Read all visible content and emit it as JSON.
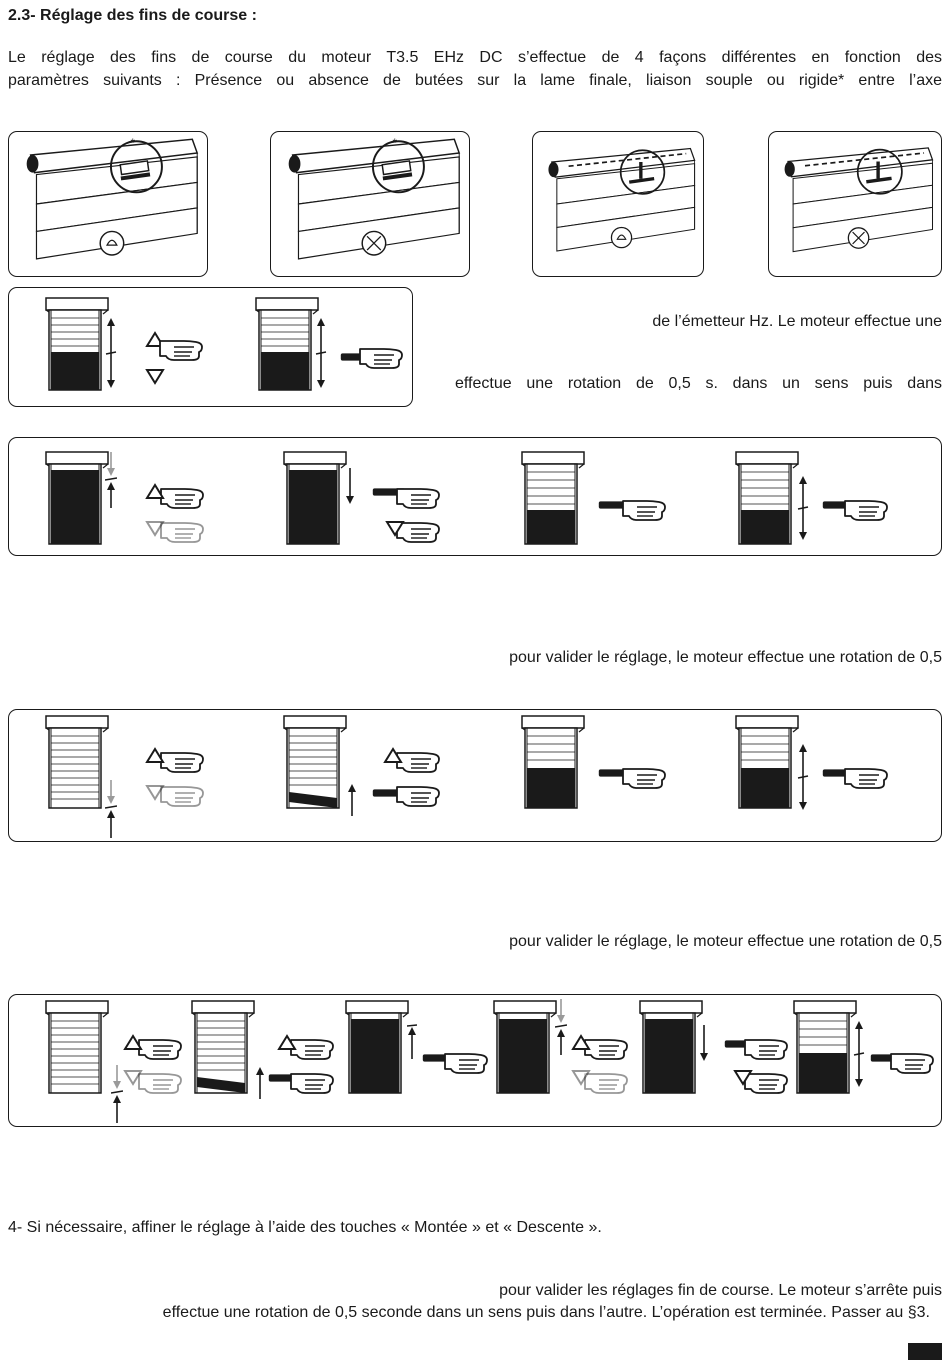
{
  "section": {
    "heading": "2.3- Réglage des fins de course :",
    "intro_line1": "Le réglage des fins de course du moteur T3.5 EHz DC s’effectue de 4 façons différentes en fonction des",
    "intro_line2": "paramètres suivants :  Présence ou absence de butées sur la lame finale, liaison souple ou rigide* entre l’axe"
  },
  "fragments": {
    "emitter_line": "de l’émetteur Hz. Le moteur effectue une",
    "rotation_line": "effectue une rotation de 0,5 s. dans un sens puis dans",
    "validate_line_1": "pour valider le réglage, le moteur effectue une rotation de 0,5",
    "validate_line_2": "pour valider le réglage, le moteur effectue une rotation de 0,5"
  },
  "steps": {
    "step4": "4- Si nécessaire, affiner le réglage à l’aide des touches « Montée » et « Descente ».",
    "final_line1": "pour valider les réglages fin de course. Le moteur s’arrête puis",
    "final_line2": "effectue une rotation de 0,5 seconde dans un sens puis dans l’autre. L’opération est terminée. Passer au §3."
  },
  "illustrations": {
    "config_panels": [
      {
        "stop": "present",
        "link": "flexible"
      },
      {
        "stop": "absent",
        "link": "flexible"
      },
      {
        "stop": "present",
        "link": "rigid"
      },
      {
        "stop": "absent",
        "link": "rigid"
      }
    ],
    "ink_color": "#1a1a1a",
    "ghost_color": "#9a9a9a"
  }
}
